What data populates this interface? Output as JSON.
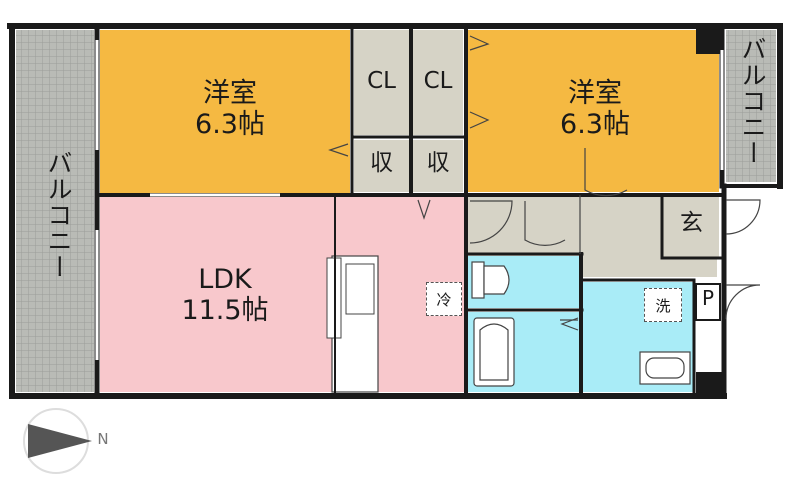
{
  "rooms": {
    "western_left": {
      "name": "洋室",
      "size": "6.3帖"
    },
    "western_right": {
      "name": "洋室",
      "size": "6.3帖"
    },
    "ldk": {
      "name": "LDK",
      "size": "11.5帖"
    },
    "closet_left": "CL",
    "closet_right": "CL",
    "storage_left": "収",
    "storage_right": "収",
    "entrance": "玄",
    "pipe_space": "P"
  },
  "balconies": {
    "left": "バルコニー",
    "right": "バルコニー"
  },
  "fixtures": {
    "fridge": "冷",
    "washer": "洗"
  },
  "compass": {
    "north": "N"
  },
  "colors": {
    "western_room": "#f5b942",
    "ldk": "#f8c8cc",
    "closet": "#d6d3c6",
    "wet_area": "#a9ecf7",
    "hall": "#d6d3c6",
    "balcony": "#b8bab5",
    "wall": "#1a1a1a"
  }
}
